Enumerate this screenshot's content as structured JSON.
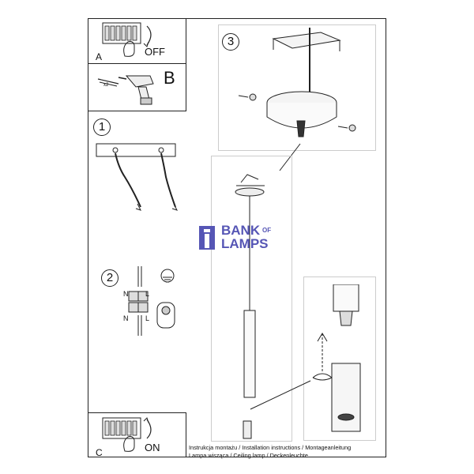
{
  "steps": {
    "a": {
      "letter": "A",
      "label": "OFF"
    },
    "b": {
      "letter": "B",
      "count": "x2"
    },
    "c": {
      "letter": "C",
      "label": "ON"
    },
    "step1": {
      "number": "1"
    },
    "step2": {
      "number": "2"
    },
    "step3": {
      "number": "3"
    }
  },
  "wiring": {
    "n_top": "N",
    "l_top": "L",
    "n_bottom": "N",
    "l_bottom": "L"
  },
  "watermark": {
    "line1": "BANK",
    "line1_small": "OF",
    "line2": "LAMPS"
  },
  "footer": {
    "line1": "Instrukcja montażu / Installation instructions / Montageanleitung",
    "line2": "Lampa wisząca / Ceiling lamp / Deckenleuchte"
  },
  "colors": {
    "ink": "#222222",
    "watermark": "#5656b5"
  }
}
